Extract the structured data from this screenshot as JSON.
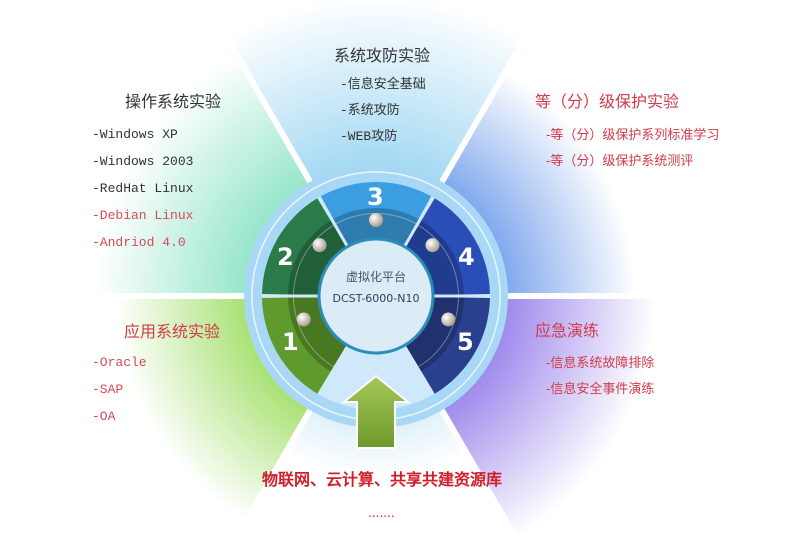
{
  "center": {
    "line1": "虚拟化平台",
    "line2": "DCST-6000-N10"
  },
  "segments": [
    {
      "number": "1",
      "color": "#5e9a2c"
    },
    {
      "number": "2",
      "color": "#2b7a4a"
    },
    {
      "number": "3",
      "color": "#3b9ee0"
    },
    {
      "number": "4",
      "color": "#2a4db8"
    },
    {
      "number": "5",
      "color": "#2a3f8e"
    }
  ],
  "sections": {
    "os": {
      "title": "操作系统实验",
      "items": [
        "-Windows XP",
        "-Windows 2003",
        "-RedHat Linux",
        "-Debian Linux",
        "-Andriod 4.0"
      ]
    },
    "attack": {
      "title": "系统攻防实验",
      "items": [
        "-信息安全基础",
        "-系统攻防",
        "-WEB攻防"
      ]
    },
    "grade": {
      "title": "等（分）级保护实验",
      "items": [
        "-等（分）级保护系列标准学习",
        "-等（分）级保护系统测评"
      ]
    },
    "app": {
      "title": "应用系统实验",
      "items": [
        "-Oracle",
        "-SAP",
        "-OA"
      ]
    },
    "emergency": {
      "title": "应急演练",
      "items": [
        "-信息系统故障排除",
        "-信息安全事件演练"
      ]
    }
  },
  "bottom": {
    "label": "物联网、云计算、共享共建资源库",
    "ellipsis": "......."
  },
  "colors": {
    "accent_red": "#d23a4a",
    "arrow": "#8ab43c"
  }
}
